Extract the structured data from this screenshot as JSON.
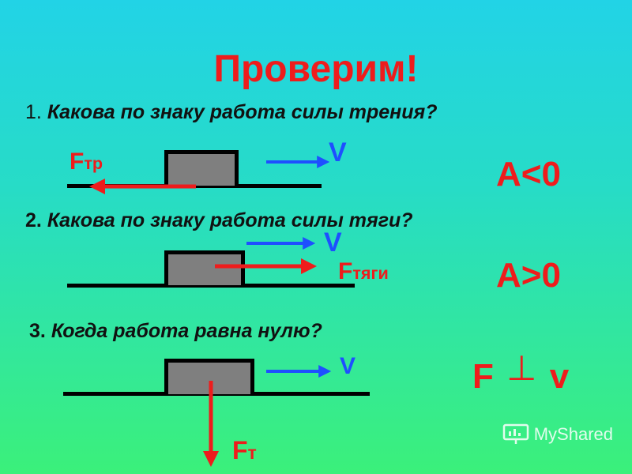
{
  "slide": {
    "title": "Проверим!",
    "watermark": "MyShared"
  },
  "colors": {
    "accent_red": "#ee1c1c",
    "velocity_blue": "#1e4fff",
    "block_gray": "#7f7f7f"
  },
  "questions": [
    {
      "number": "1.",
      "text": "Какова по знаку работа силы трения?",
      "force_symbol": "F",
      "force_sub": "тр",
      "velocity_label": "V",
      "answer": "A<0"
    },
    {
      "number": "2.",
      "text": "Какова по знаку работа силы тяги?",
      "force_symbol": "F",
      "force_sub": "тяги",
      "velocity_label": "V",
      "answer": "A>0"
    },
    {
      "number": "3.",
      "text": "Когда работа равна нулю?",
      "force_symbol": "F",
      "force_sub": "т",
      "velocity_label": "V",
      "answer_left": "F",
      "answer_symbol": "⊥",
      "answer_right": "v"
    }
  ]
}
